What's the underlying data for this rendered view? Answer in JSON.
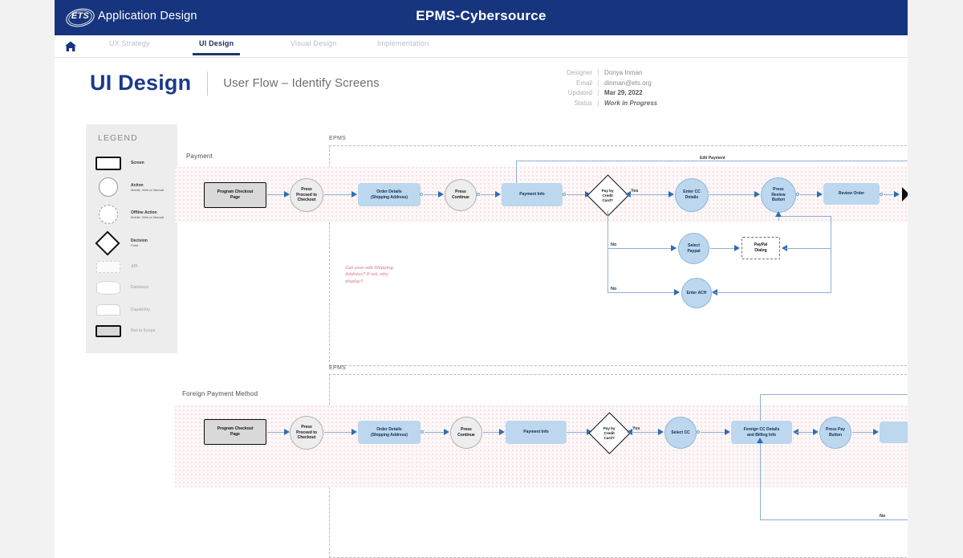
{
  "app": {
    "brand": "ETS",
    "app_name": "Application Design",
    "doc_title": "EPMS-Cybersource"
  },
  "nav": {
    "home_icon": "home-icon",
    "tabs": [
      {
        "label": "UX Strategy",
        "active": false
      },
      {
        "label": "UI Design",
        "active": true
      },
      {
        "label": "Visual Design",
        "active": false
      },
      {
        "label": "Implementation",
        "active": false
      }
    ]
  },
  "heading": {
    "title": "UI Design",
    "subtitle": "User Flow – Identify Screens"
  },
  "meta": {
    "rows": [
      {
        "key": "Designer",
        "value": "Donya Inman"
      },
      {
        "key": "Email",
        "value": "dinman@ets.org"
      },
      {
        "key": "Updated",
        "value": "Mar 29, 2022"
      },
      {
        "key": "Status",
        "value": "Work in Progress"
      }
    ]
  },
  "legend": {
    "title": "LEGEND",
    "items": [
      {
        "shape": "screen",
        "label": "Screen",
        "sub": ""
      },
      {
        "shape": "action",
        "label": "Action",
        "sub": "Mobile, Web or Manual"
      },
      {
        "shape": "offline",
        "label": "Offline Action",
        "sub": "Mobile, Web or Manual"
      },
      {
        "shape": "decision",
        "label": "Decision",
        "sub": "Point"
      },
      {
        "shape": "api",
        "label": "API",
        "sub": ""
      },
      {
        "shape": "database",
        "label": "Database",
        "sub": ""
      },
      {
        "shape": "capability",
        "label": "Capability",
        "sub": ""
      },
      {
        "shape": "notinscope",
        "label": "Not in Scope",
        "sub": ""
      }
    ]
  },
  "flows": [
    {
      "name": "Payment",
      "boundary_label": "EPMS",
      "edit_label": "Edit Payment",
      "annotation": "Can user edit Shipping\nAddress? If not, why\ndisplay?",
      "nodes": [
        {
          "id": "f1n1",
          "label": "Program Checkout\nPage",
          "type": "screen-bk"
        },
        {
          "id": "f1n2",
          "label": "Press\nProceed to\nCheckout",
          "type": "action"
        },
        {
          "id": "f1n3",
          "label": "Order Details\n(Shipping Address)",
          "type": "screen-blue"
        },
        {
          "id": "f1n4",
          "label": "Press\nContinue",
          "type": "action"
        },
        {
          "id": "f1n5",
          "label": "Payment Info",
          "type": "screen-blue"
        },
        {
          "id": "f1n6",
          "label": "Pay by\nCredit\nCard?",
          "type": "decision"
        },
        {
          "id": "f1n7",
          "label": "Enter CC\nDetails",
          "type": "action-blue"
        },
        {
          "id": "f1n8",
          "label": "Press\nReview\nButton",
          "type": "action-blue"
        },
        {
          "id": "f1n9",
          "label": "Review Order",
          "type": "screen-blue"
        },
        {
          "id": "f1n10",
          "label": "Select\nPaypal",
          "type": "action-blue"
        },
        {
          "id": "f1n11",
          "label": "PayPal\nDialog",
          "type": "dialog"
        },
        {
          "id": "f1n12",
          "label": "Enter ACH",
          "type": "action-blue"
        }
      ],
      "edge_labels": [
        "Yes",
        "No",
        "No"
      ]
    },
    {
      "name": "Foreign Payment Method",
      "boundary_label": "EPMS",
      "annotation": "",
      "nodes": [
        {
          "id": "f2n1",
          "label": "Program Checkout\nPage",
          "type": "screen-bk"
        },
        {
          "id": "f2n2",
          "label": "Press\nProceed to\nCheckout",
          "type": "action"
        },
        {
          "id": "f2n3",
          "label": "Order Details\n(Shipping Address)",
          "type": "screen-blue"
        },
        {
          "id": "f2n4",
          "label": "Press\nContinue",
          "type": "action"
        },
        {
          "id": "f2n5",
          "label": "Payment Info",
          "type": "screen-blue"
        },
        {
          "id": "f2n6",
          "label": "Pay by\nCredit\nCard?",
          "type": "decision"
        },
        {
          "id": "f2n7",
          "label": "Select CC",
          "type": "action-blue"
        },
        {
          "id": "f2n8",
          "label": "Foreign CC Details\nand Billing Info",
          "type": "screen-blue"
        },
        {
          "id": "f2n9",
          "label": "Press Pay\nButton",
          "type": "action-blue"
        }
      ],
      "edge_labels": [
        "Yes",
        "No"
      ]
    }
  ],
  "colors": {
    "brand_blue": "#17357e",
    "heading_blue": "#1b3a8c",
    "node_blue": "#bdd7ee",
    "connector_blue": "#8fb0d6",
    "band_pink": "#fdf7f8",
    "legend_gray": "#ededed"
  }
}
